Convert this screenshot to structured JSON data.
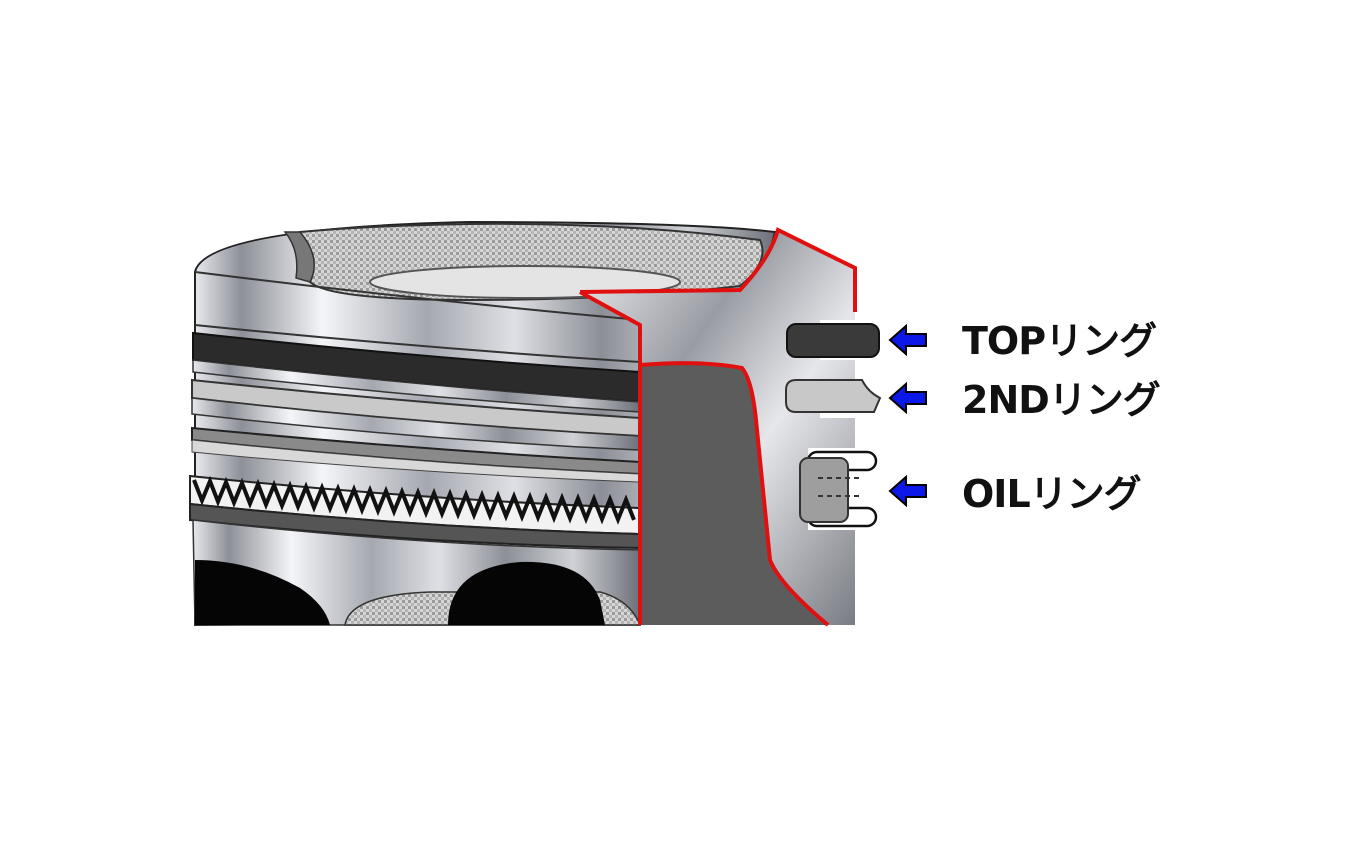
{
  "labels": {
    "top_ring": "TOPリング",
    "second_ring": "2NDリング",
    "oil_ring": "OILリング"
  },
  "colors": {
    "section_outline": "#e01010",
    "arrow": "#0b18e8",
    "top_ring": "#3a3a3a",
    "second_ring": "#c8c8c8",
    "oil_ring": "#eeeeee",
    "piston_metal": "#b9bcc4",
    "section_core": "#5c5c5c"
  },
  "icons": [
    "arrow-left-icon"
  ]
}
